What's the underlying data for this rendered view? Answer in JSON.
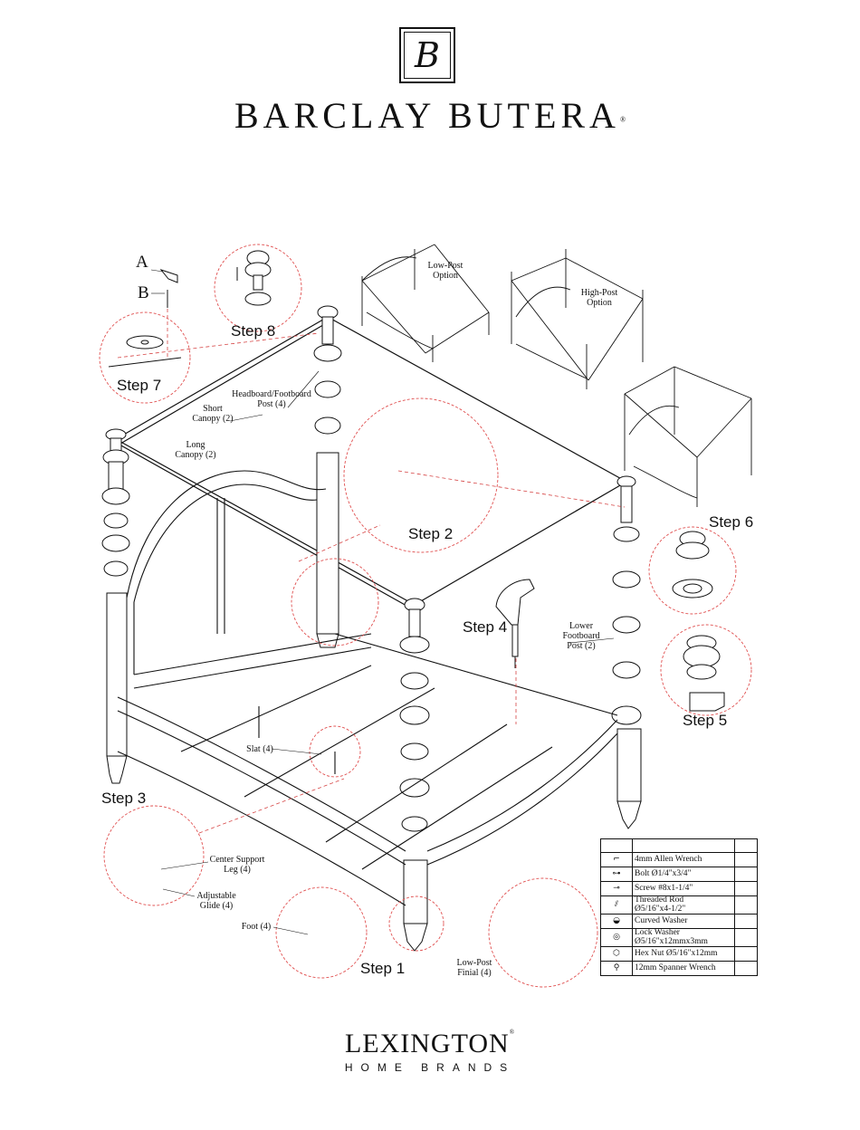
{
  "header": {
    "monogram": "B",
    "brand_name": "BARCLAY BUTERA",
    "registered_mark": "®"
  },
  "labels": {
    "letter_a": "A",
    "letter_b": "B",
    "short_canopy": "Short\nCanopy (2)",
    "long_canopy": "Long\nCanopy (2)",
    "headboard_post": "Headboard/Footboard\nPost (4)",
    "low_post_option": "Low-Post\nOption",
    "high_post_option": "High-Post\nOption",
    "lower_footboard_post": "Lower\nFootboard\nPost (2)",
    "slat": "Slat (4)",
    "center_support_leg": "Center Support\nLeg (4)",
    "adjustable_glide": "Adjustable\nGlide (4)",
    "foot": "Foot (4)",
    "low_post_finial": "Low-Post\nFinial (4)"
  },
  "steps": {
    "step1": "Step 1",
    "step2": "Step 2",
    "step3": "Step 3",
    "step4": "Step 4",
    "step5": "Step 5",
    "step6": "Step 6",
    "step7": "Step 7",
    "step8": "Step 8"
  },
  "parts": [
    {
      "icon": "allen-wrench-icon",
      "glyph": "⌐",
      "name": "4mm Allen Wrench"
    },
    {
      "icon": "bolt-icon",
      "glyph": "⊶",
      "name": "Bolt Ø1/4\"x3/4\""
    },
    {
      "icon": "screw-icon",
      "glyph": "⊸",
      "name": "Screw #8x1-1/4\""
    },
    {
      "icon": "threaded-rod-icon",
      "glyph": "⫽",
      "name": "Threaded Rod\nØ5/16\"x4-1/2\""
    },
    {
      "icon": "curved-washer-icon",
      "glyph": "◒",
      "name": "Curved Washer"
    },
    {
      "icon": "lock-washer-icon",
      "glyph": "◎",
      "name": "Lock Washer\nØ5/16\"x12mmx3mm"
    },
    {
      "icon": "hex-nut-icon",
      "glyph": "⬡",
      "name": "Hex Nut Ø5/16\"x12mm"
    },
    {
      "icon": "spanner-wrench-icon",
      "glyph": "⚲",
      "name": "12mm Spanner Wrench"
    }
  ],
  "footer": {
    "brand_name": "LEXINGTON",
    "registered_mark": "®",
    "subtitle": "HOME BRANDS"
  },
  "colors": {
    "ink": "#111111",
    "detail_circle": "#e05050",
    "paper": "#ffffff"
  }
}
